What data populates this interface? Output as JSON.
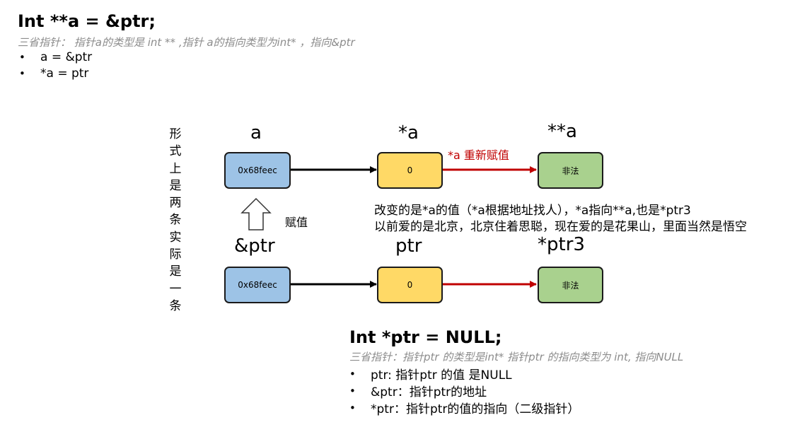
{
  "top": {
    "title": "Int  **a  = &ptr;",
    "subtitle": "三省指针： 指针a的类型是 int ** ,指针 a的指向类型为int* ，指向&ptr",
    "bullets": [
      "a = &ptr",
      "*a = ptr"
    ]
  },
  "vertical_note": [
    "形",
    "式",
    "上",
    "是",
    "两",
    "条",
    "实",
    "际",
    "是",
    "一",
    "条"
  ],
  "row1": {
    "labels": [
      "a",
      "*a",
      "**a"
    ],
    "boxes": [
      "0x68feec",
      "0",
      "非法"
    ],
    "reassign_label": "*a 重新赋值"
  },
  "assign": {
    "label": "赋值"
  },
  "middle_text": [
    "改变的是*a的值（*a根据地址找人），*a指向**a,也是*ptr3",
    "以前爱的是北京，北京住着思聪，现在爱的是花果山，里面当然是悟空"
  ],
  "row2": {
    "labels": [
      "&ptr",
      "ptr",
      "*ptr3"
    ],
    "boxes": [
      "0x68feec",
      "0",
      "非法"
    ]
  },
  "bottom": {
    "title": "Int  *ptr  = NULL;",
    "subtitle": "三省指针：指针ptr 的类型是int* 指针ptr 的指向类型为 int, 指向NULL",
    "bullets": [
      "ptr: 指针ptr 的值 是NULL",
      "&ptr：指针ptr的地址",
      "*ptr：指针ptr的值的指向（二级指针）"
    ]
  },
  "bullet_glyph": "•",
  "colors": {
    "blue_box": "#9dc3e6",
    "yellow_box": "#ffd966",
    "green_box": "#a9d18e",
    "red_arrow": "#c00000",
    "black_arrow": "#000000"
  }
}
